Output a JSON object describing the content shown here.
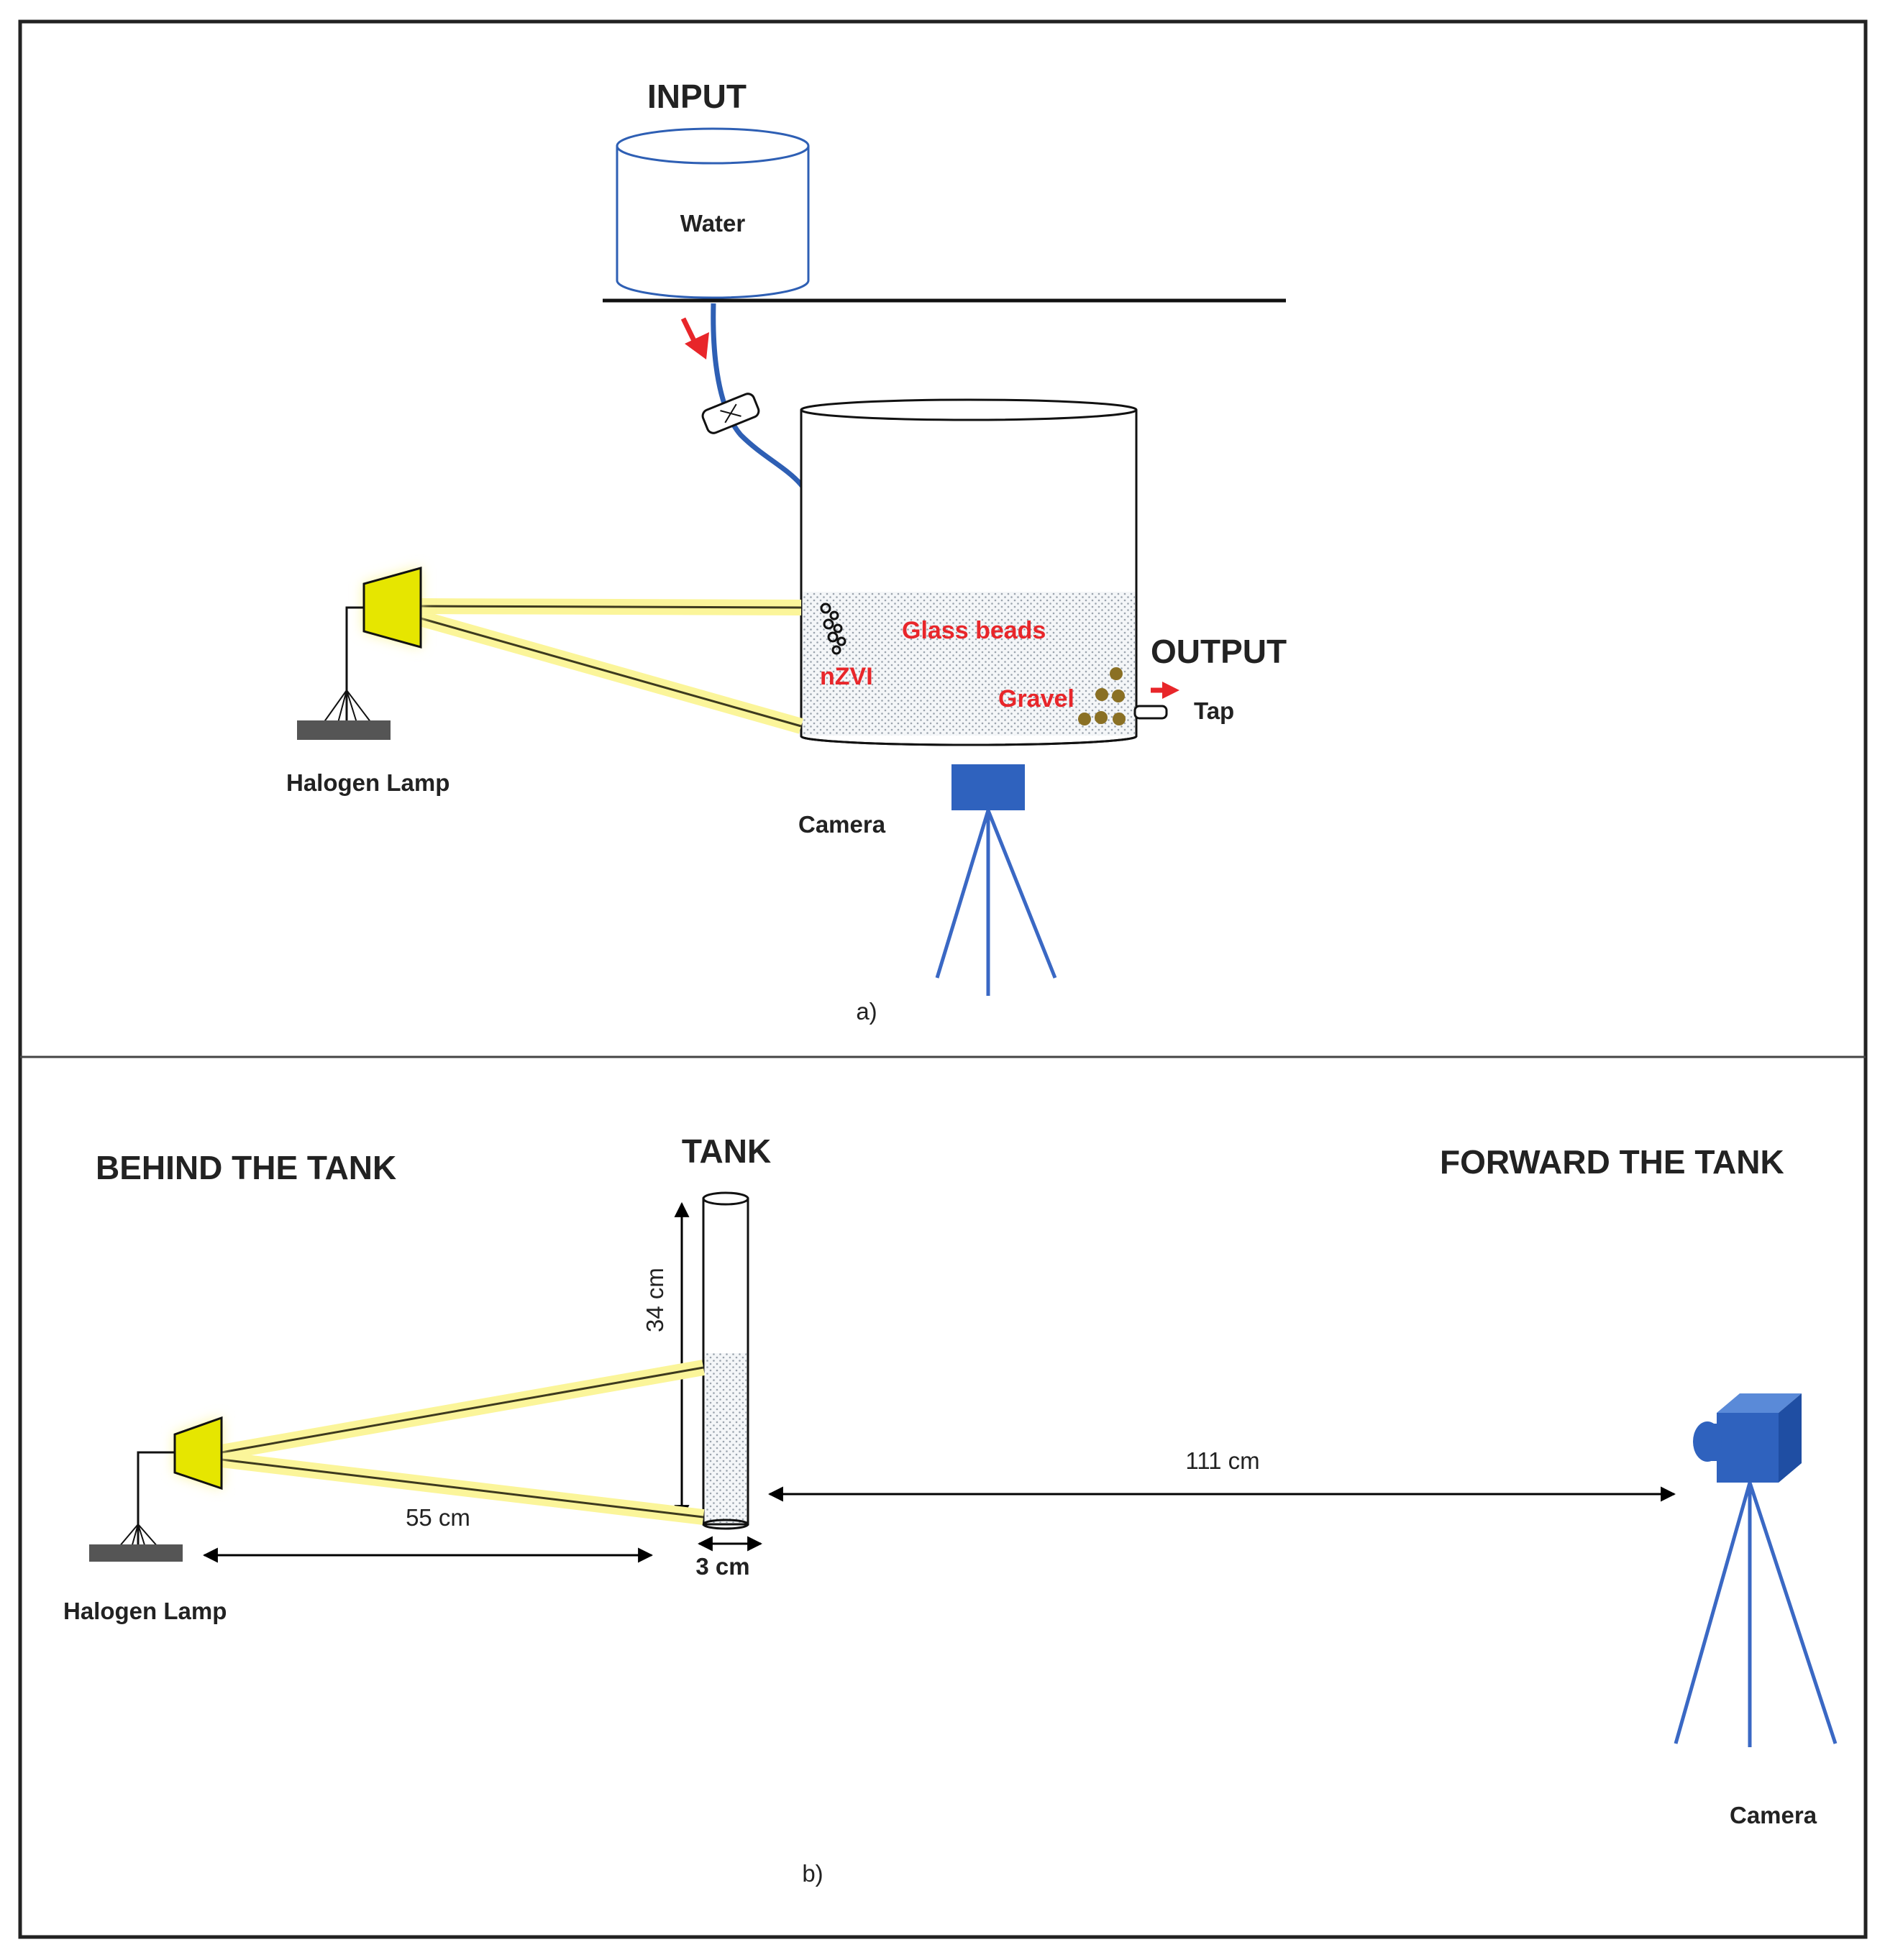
{
  "panel_a": {
    "input_label": "INPUT",
    "water_label": "Water",
    "glass_beads_label": "Glass beads",
    "nzvi_label": "nZVI",
    "gravel_label": "Gravel",
    "output_label": "OUTPUT",
    "tap_label": "Tap",
    "lamp_label": "Halogen Lamp",
    "camera_label": "Camera",
    "panel_label": "a)"
  },
  "panel_b": {
    "behind_label": "BEHIND THE TANK",
    "tank_label": "TANK",
    "forward_label": "FORWARD THE TANK",
    "height_label": "34 cm",
    "width_label": "3 cm",
    "lamp_distance_label": "55 cm",
    "camera_distance_label": "111 cm",
    "lamp_label": "Halogen Lamp",
    "camera_label": "Camera",
    "panel_label": "b)"
  },
  "colors": {
    "tube": "#2e5fb4",
    "arrow_red": "#e8262a",
    "lamp_yellow": "#e6e600",
    "glow": "#fbf59a",
    "camera_blue": "#2f62be",
    "gravel": "#8a7024",
    "stand_gray": "#555555"
  }
}
